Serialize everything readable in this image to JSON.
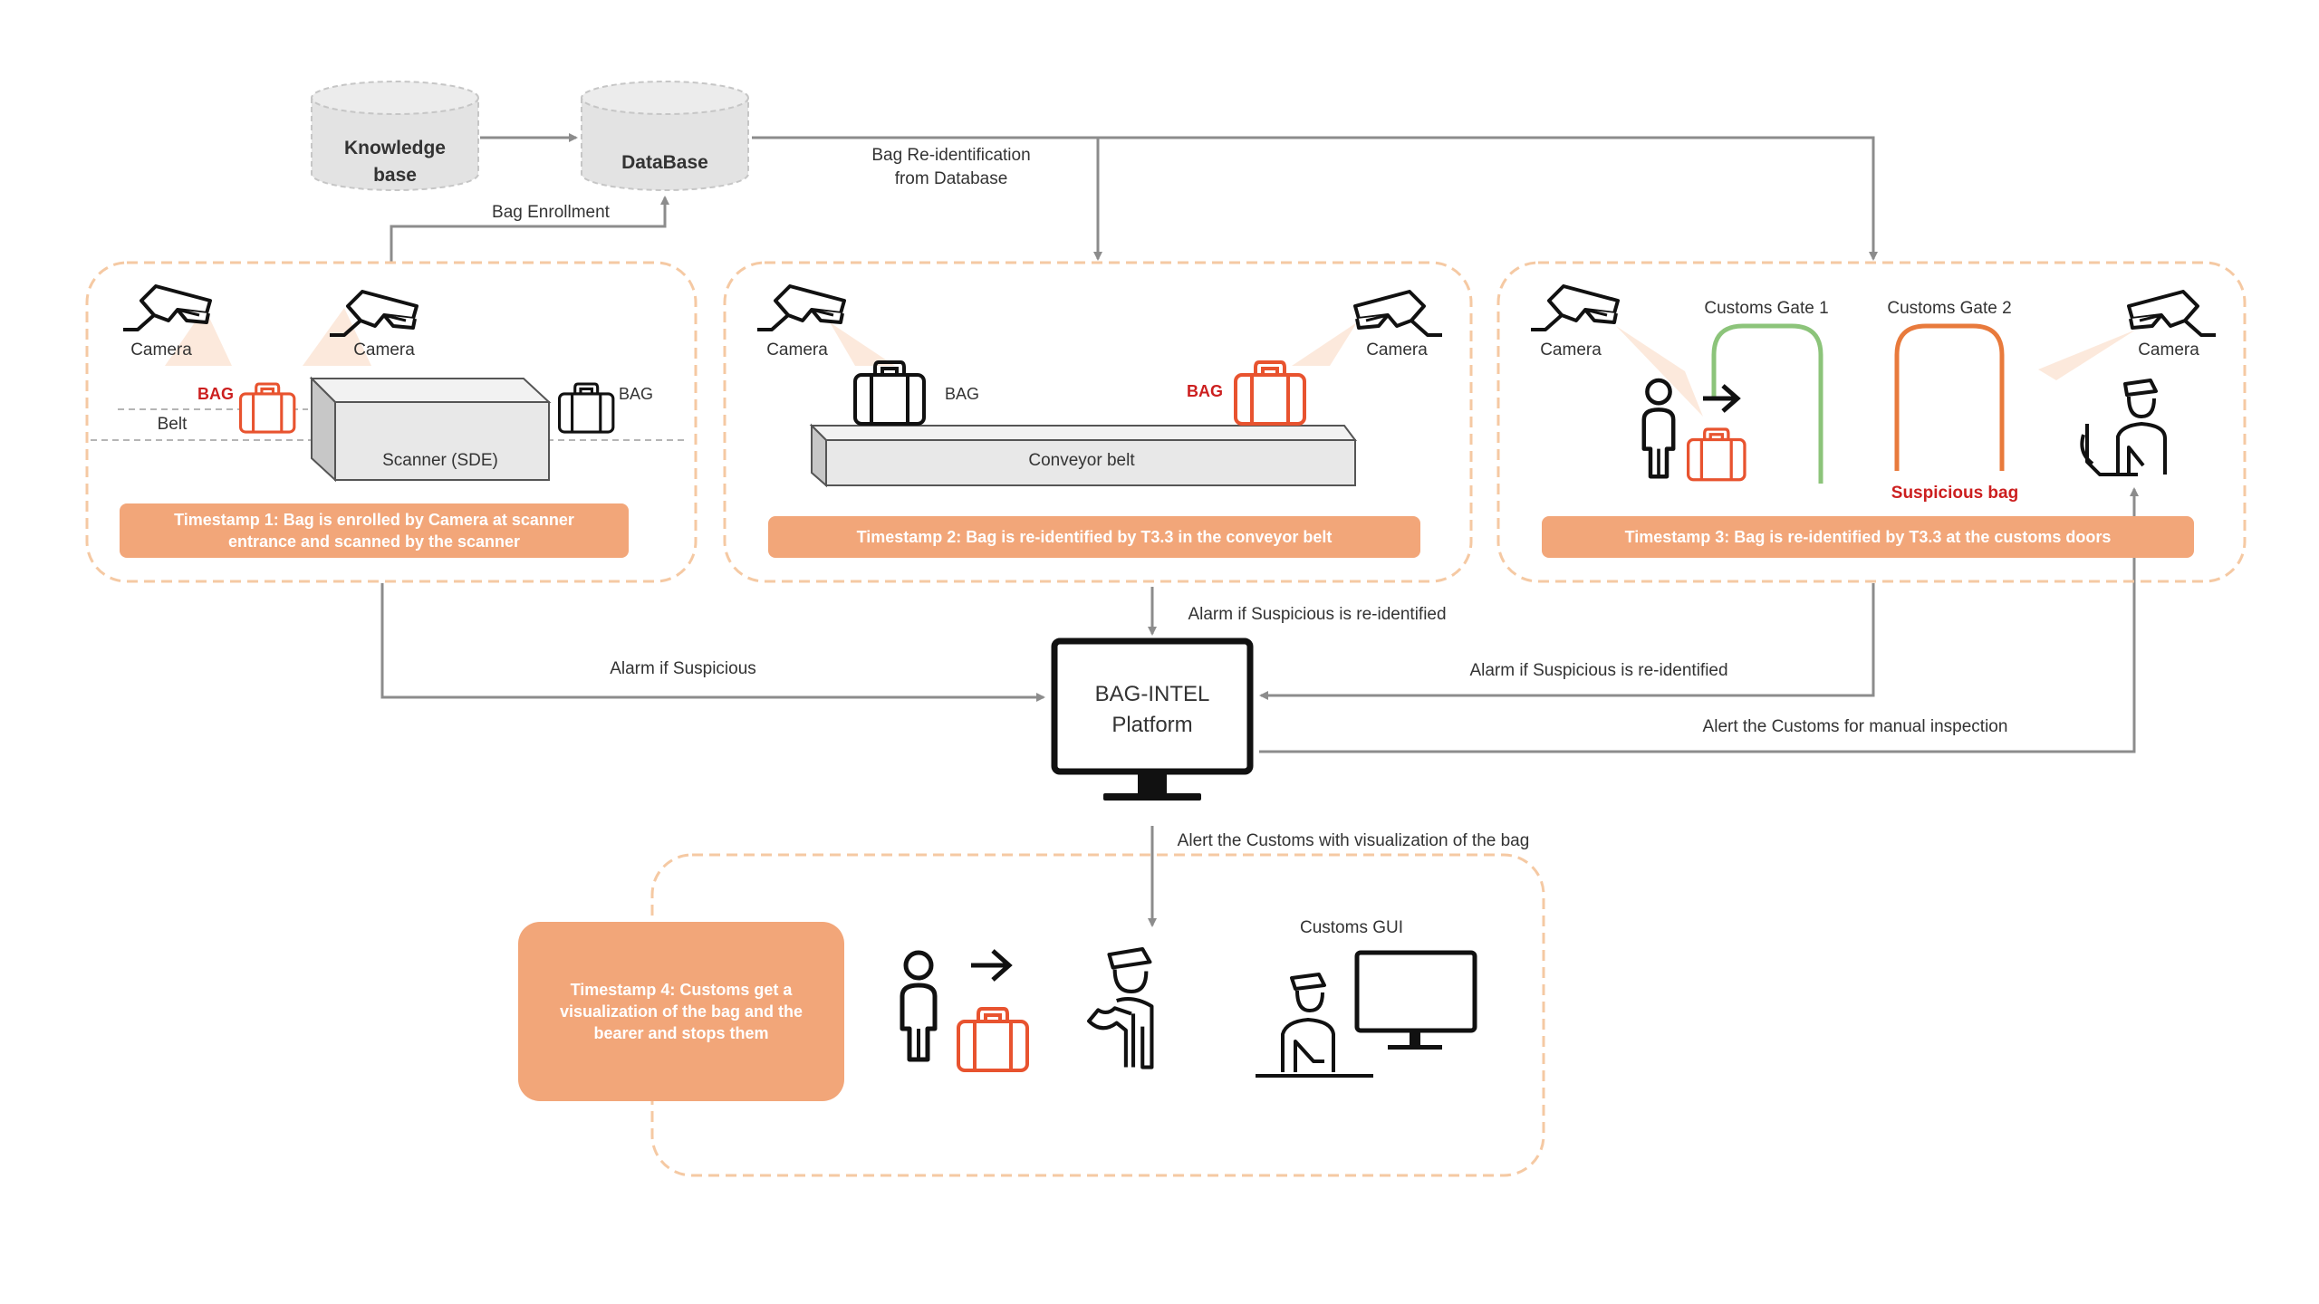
{
  "knowledge_base": {
    "line1": "Knowledge",
    "line2": "base"
  },
  "database": {
    "label": "DataBase"
  },
  "edges": {
    "bag_enrollment": "Bag Enrollment",
    "reid_line1": "Bag Re-identification",
    "reid_line2": "from Database",
    "alarm_suspicious": "Alarm if Suspicious",
    "alarm_reid_top": "Alarm if Suspicious is re-identified",
    "alarm_reid_right": "Alarm if Suspicious is re-identified",
    "alert_manual": "Alert the Customs for manual inspection",
    "alert_visual": "Alert the Customs with visualization of the bag"
  },
  "panel1": {
    "camera_left": "Camera",
    "camera_right": "Camera",
    "bag_red": "BAG",
    "bag_black": "BAG",
    "belt": "Belt",
    "scanner": "Scanner (SDE)",
    "timestamp": "Timestamp 1: Bag is enrolled by Camera at scanner entrance and scanned by the scanner"
  },
  "panel2": {
    "camera_left": "Camera",
    "camera_right": "Camera",
    "bag_black": "BAG",
    "bag_red": "BAG",
    "conveyor": "Conveyor belt",
    "timestamp": "Timestamp 2: Bag is re-identified by T3.3 in the conveyor belt"
  },
  "panel3": {
    "camera_left": "Camera",
    "camera_right": "Camera",
    "gate1": "Customs Gate 1",
    "gate2": "Customs Gate 2",
    "suspicious": "Suspicious bag",
    "timestamp": "Timestamp 3: Bag is re-identified by T3.3 at the customs doors"
  },
  "platform": {
    "line1": "BAG-INTEL",
    "line2": "Platform"
  },
  "panel4": {
    "customs_gui": "Customs GUI",
    "timestamp": "Timestamp 4: Customs get a visualization of the bag and the bearer and stops them"
  },
  "colors": {
    "accent_orange": "#f2a679",
    "dashed_border": "#f5c9a3",
    "red_bag": "#e8532f",
    "gate_green": "#8cc47a",
    "gate_orange": "#e87a3c",
    "arrow_gray": "#8c8c8c",
    "suspicious_red": "#cc1f1f"
  },
  "icons": [
    "cctv-camera-icon",
    "suitcase-icon",
    "person-icon",
    "right-arrow-icon",
    "customs-officer-icon",
    "monitor-icon",
    "database-cylinder-icon"
  ]
}
